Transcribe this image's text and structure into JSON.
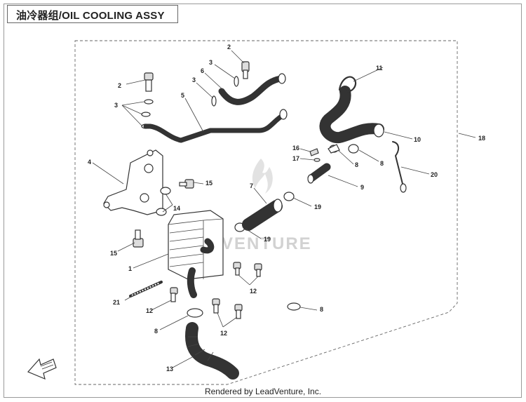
{
  "title": "油冷器组/OIL COOLING ASSY",
  "footer": "Rendered by LeadVenture, Inc.",
  "watermark": "VENTURE",
  "callouts": {
    "c1": "1",
    "c2a": "2",
    "c2b": "2",
    "c3a": "3",
    "c3b": "3",
    "c3c": "3",
    "c4": "4",
    "c5": "5",
    "c6": "6",
    "c7": "7",
    "c8a": "8",
    "c8b": "8",
    "c8c": "8",
    "c8d": "8",
    "c9": "9",
    "c10": "10",
    "c11": "11",
    "c12a": "12",
    "c12b": "12",
    "c12c": "12",
    "c13": "13",
    "c14": "14",
    "c15a": "15",
    "c15b": "15",
    "c16": "16",
    "c17": "17",
    "c18": "18",
    "c19a": "19",
    "c19b": "19",
    "c20": "20",
    "c21": "21"
  },
  "colors": {
    "line": "#333333",
    "frame": "#9a9a9a",
    "watermark": "#cfcfcf"
  }
}
